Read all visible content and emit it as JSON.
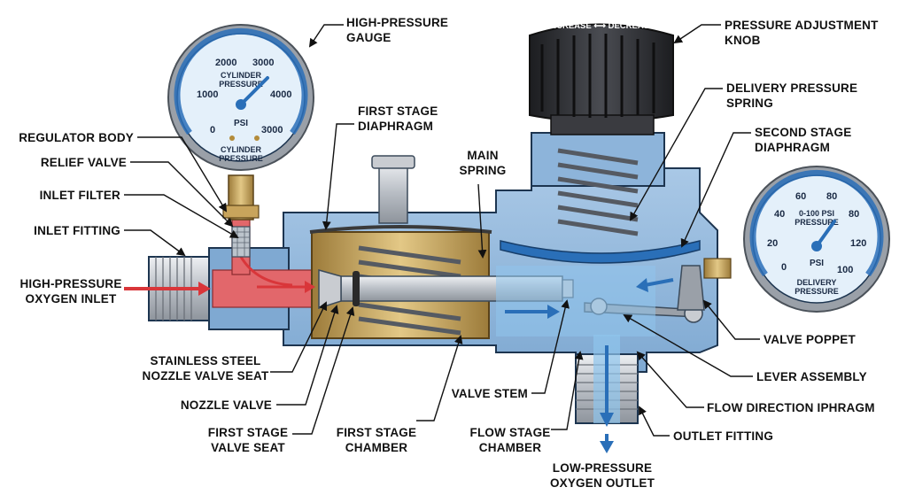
{
  "labels": {
    "high_pressure_gauge": [
      "HIGH-PRESSURE",
      "GAUGE"
    ],
    "regulator_body": "REGULATOR BODY",
    "relief_valve": "RELIEF VALVE",
    "inlet_filter": "INLET FILTER",
    "inlet_fitting": "INLET FITTING",
    "high_pressure_inlet": [
      "HIGH-PRESSURE",
      "OXYGEN INLET"
    ],
    "stainless_seat": [
      "STAINLESS STEEL",
      "NOZZLE VALVE SEAT"
    ],
    "nozzle_valve": "NOZZLE VALVE",
    "first_stage_valve_seat": [
      "FIRST STAGE",
      "VALVE SEAT"
    ],
    "first_stage_chamber": [
      "FIRST STAGE",
      "CHAMBER"
    ],
    "first_stage_diaphragm": [
      "FIRST STAGE",
      "DIAPHRAGM"
    ],
    "main_spring": [
      "MAIN",
      "SPRING"
    ],
    "valve_stem": "VALVE STEM",
    "flow_stage_chamber": [
      "FLOW STAGE",
      "CHAMBER"
    ],
    "low_pressure_outlet": [
      "LOW-PRESSURE",
      "OXYGEN OUTLET"
    ],
    "pressure_adjustment_knob": [
      "PRESSURE ADJUSTMENT",
      "KNOB"
    ],
    "delivery_pressure_spring": [
      "DELIVERY PRESSURE",
      "SPRING"
    ],
    "second_stage_diaphragm": [
      "SECOND STAGE",
      "DIAPHRAGM"
    ],
    "valve_poppet": "VALVE POPPET",
    "lever_assembly": "LEVER ASSEMBLY",
    "flow_direction": "FLOW DIRECTION IPHRAGM",
    "outlet_fitting": "OUTLET FITTING"
  },
  "knob_text": "INCREASE ⟷ DECREASE",
  "gauge_high": {
    "ticks": [
      "0",
      "1000",
      "2000",
      "3000",
      "4000",
      "3000"
    ],
    "title": [
      "CYLINDER",
      "PRESSURE"
    ],
    "unit": "PSI",
    "subtitle": [
      "CYLINDER",
      "PRESSURE"
    ]
  },
  "gauge_low": {
    "ticks": [
      "0",
      "20",
      "40",
      "60",
      "80",
      "80",
      "120",
      "100"
    ],
    "title": [
      "0-100 PSI",
      "PRESSURE"
    ],
    "unit": "PSI",
    "subtitle": [
      "DELIVERY",
      "PRESSURE"
    ]
  },
  "colors": {
    "high_pressure": "#e2676b",
    "low_pressure": "#8fc4ec",
    "brass": "#c8a45c",
    "steel": "#c9ccd1",
    "knob": "#2e2f33",
    "gauge_ring": "#9aa0a8",
    "gauge_face": "#e4f0fa",
    "arrow_red": "#d9363a",
    "arrow_blue": "#2a6fb8",
    "outline": "#1d3550"
  }
}
